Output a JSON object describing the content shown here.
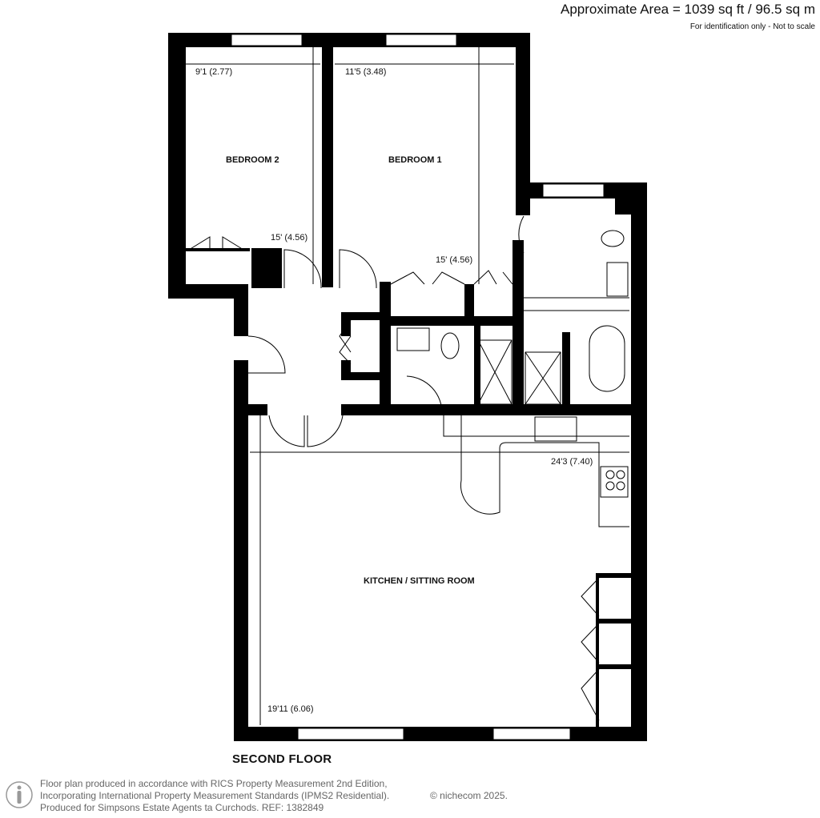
{
  "header": {
    "approximate_area": "Approximate Area = 1039 sq ft / 96.5 sq m",
    "identification_note": "For identification only - Not to scale"
  },
  "floor": {
    "label": "SECOND FLOOR"
  },
  "rooms": [
    {
      "name": "BEDROOM 2",
      "width_dim": "9'1 (2.77)",
      "length_dim": "15' (4.56)"
    },
    {
      "name": "BEDROOM 1",
      "width_dim": "11'5 (3.48)",
      "length_dim": "15' (4.56)"
    },
    {
      "name": "KITCHEN / SITTING ROOM",
      "width_dim": "24'3 (7.40)",
      "length_dim": "19'11 (6.06)"
    }
  ],
  "footer": {
    "line1": "Floor plan produced in accordance with RICS Property Measurement 2nd Edition,",
    "line2": "Incorporating International Property Measurement Standards (IPMS2 Residential).",
    "line3": "Produced for Simpsons Estate Agents ta Curchods.   REF:  1382849",
    "brand": "© nichecom 2025."
  },
  "colors": {
    "wall": "#000000",
    "window": "#ffffff",
    "text": "#111111",
    "footer_text": "#666666"
  }
}
